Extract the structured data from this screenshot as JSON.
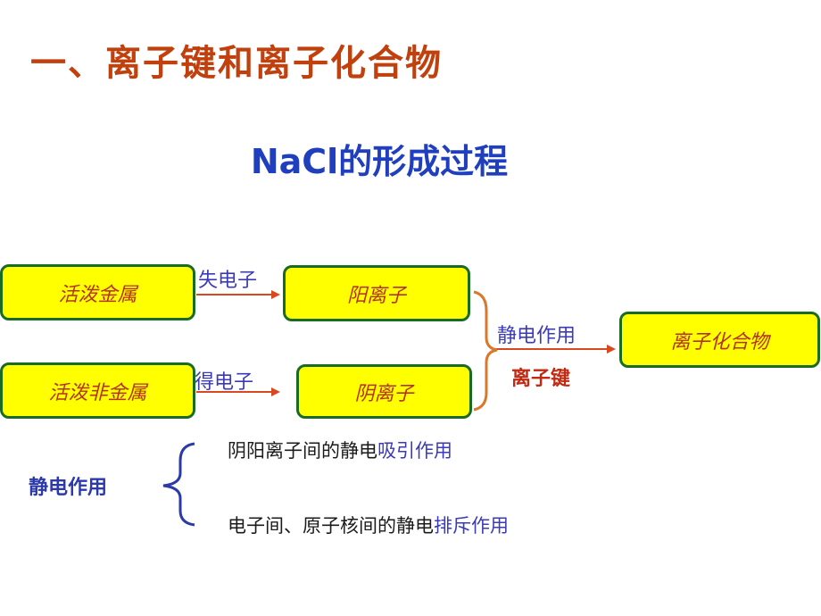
{
  "slide": {
    "title": "一、离子键和离子化合物",
    "subtitle": "NaCl的形成过程"
  },
  "diagram": {
    "active_metal": "活泼金属",
    "active_nonmetal": "活泼非金属",
    "cation": "阳离子",
    "anion": "阴离子",
    "ionic_compound": "离子化合物",
    "lose_electron": "失电子",
    "gain_electron": "得电子",
    "electrostatic": "静电作用",
    "ionic_bond": "离子键"
  },
  "explanation": {
    "term": "静电作用",
    "line1_prefix": "阴阳离子间的静电",
    "line1_highlight": "吸引作用",
    "line2_prefix": "电子间、原子核间的静电",
    "line2_highlight": "排斥作用"
  },
  "colors": {
    "title": "#c0410e",
    "subtitle": "#1f3fbf",
    "box_fill": "#ffff00",
    "box_border": "#1a6b22",
    "arrow": "#d9481f",
    "brace_blue": "#2b3aa8",
    "brace_orange": "#d9772a"
  }
}
